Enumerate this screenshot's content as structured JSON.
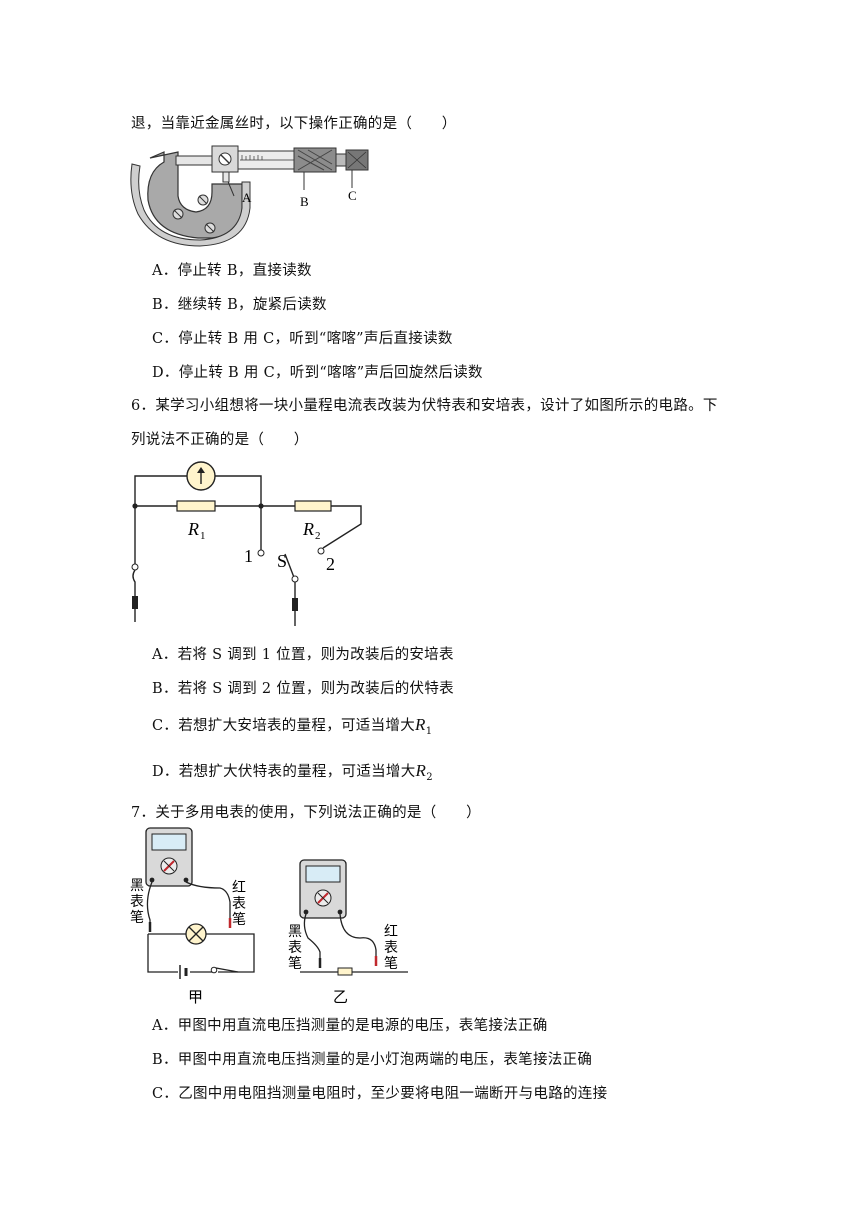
{
  "q5": {
    "stem_tail": "退，当靠近金属丝时，以下操作正确的是（　　）",
    "figure_labels": {
      "a": "A",
      "b": "B",
      "c": "C"
    },
    "options": [
      "A．停止转 B，直接读数",
      "B．继续转 B，旋紧后读数",
      "C．停止转 B 用 C，听到“喀喀”声后直接读数",
      "D．停止转 B 用 C，听到“喀喀”声后回旋然后读数"
    ]
  },
  "q6": {
    "stem_line1": "6．某学习小组想将一块小量程电流表改装为伏特表和安培表，设计了如图所示的电路。下",
    "stem_line2": "列说法不正确的是（　　）",
    "figure_labels": {
      "r1": "R",
      "r1_sub": "1",
      "r2": "R",
      "r2_sub": "2",
      "pos1": "1",
      "pos2": "2",
      "switch": "S"
    },
    "options": {
      "a": "A．若将 S 调到 1 位置，则为改装后的安培表",
      "b": "B．若将 S 调到 2 位置，则为改装后的伏特表",
      "c_text": "C．若想扩大安培表的量程，可适当增大",
      "c_var": "R",
      "c_sub": "1",
      "d_text": "D．若想扩大伏特表的量程，可适当增大",
      "d_var": "R",
      "d_sub": "2"
    }
  },
  "q7": {
    "stem": "7．关于多用电表的使用，下列说法正确的是（　　）",
    "figure_labels": {
      "black_probe": [
        "黑",
        "表",
        "笔"
      ],
      "red_probe": [
        "红",
        "表",
        "笔"
      ],
      "left_caption": "甲",
      "right_caption": "乙"
    },
    "options": [
      "A．甲图中用直流电压挡测量的是电源的电压，表笔接法正确",
      "B．甲图中用直流电压挡测量的是小灯泡两端的电压，表笔接法正确",
      "C．乙图中用电阻挡测量电阻时，至少要将电阻一端断开与电路的连接"
    ]
  },
  "colors": {
    "red_probe": "#c0282d",
    "meter_face": "#d8ecf6",
    "body_gray": "#bfbfbf"
  }
}
